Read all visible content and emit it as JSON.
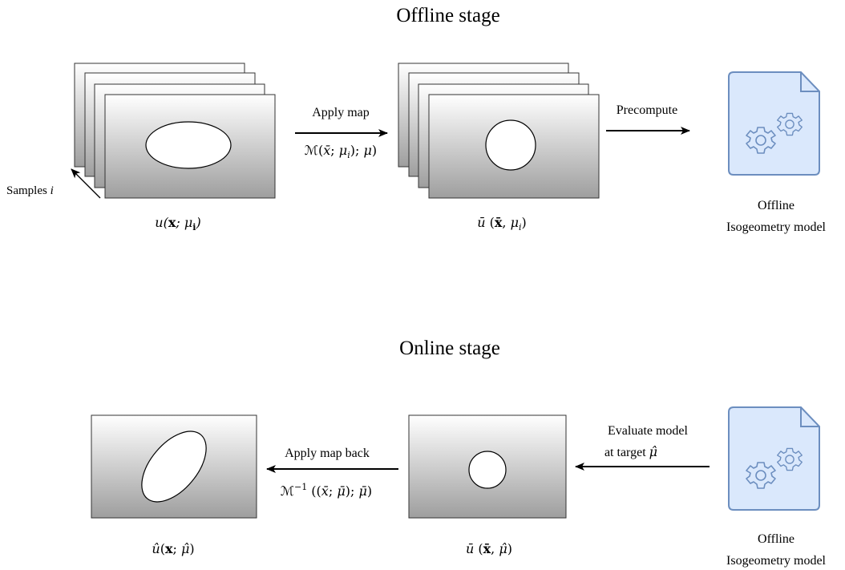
{
  "offline": {
    "title": "Offline stage",
    "samples_label": "Samples i",
    "samples_label_parts": {
      "word": "Samples ",
      "var": "i"
    },
    "left_caption": "u(x; μ_i)",
    "apply_map_label": "Apply map",
    "map_expression": "M(x̄; μ_i); μ)",
    "mid_caption": "ū (x̄, μ_i)",
    "precompute_label": "Precompute",
    "model_caption_line1": "Offline",
    "model_caption_line2": "Isogeometry model"
  },
  "online": {
    "title": "Online stage",
    "left_caption": "û(x; μ̂)",
    "apply_map_back_label": "Apply map back",
    "inverse_map_expression": "M^-1 ((x̄; μ̄); μ̄)",
    "mid_caption": "ū (x̄, μ̂)",
    "evaluate_line1": "Evaluate model",
    "evaluate_line2": "at target μ̂",
    "model_caption_line1": "Offline",
    "model_caption_line2": "Isogeometry model"
  },
  "colors": {
    "gradient_top": "#ffffff",
    "gradient_bottom": "#9e9e9e",
    "icon_stroke": "#6c8ebf",
    "icon_fill": "#dae8fc",
    "arrow": "#000000"
  },
  "icons": [
    "document-gears-icon"
  ]
}
